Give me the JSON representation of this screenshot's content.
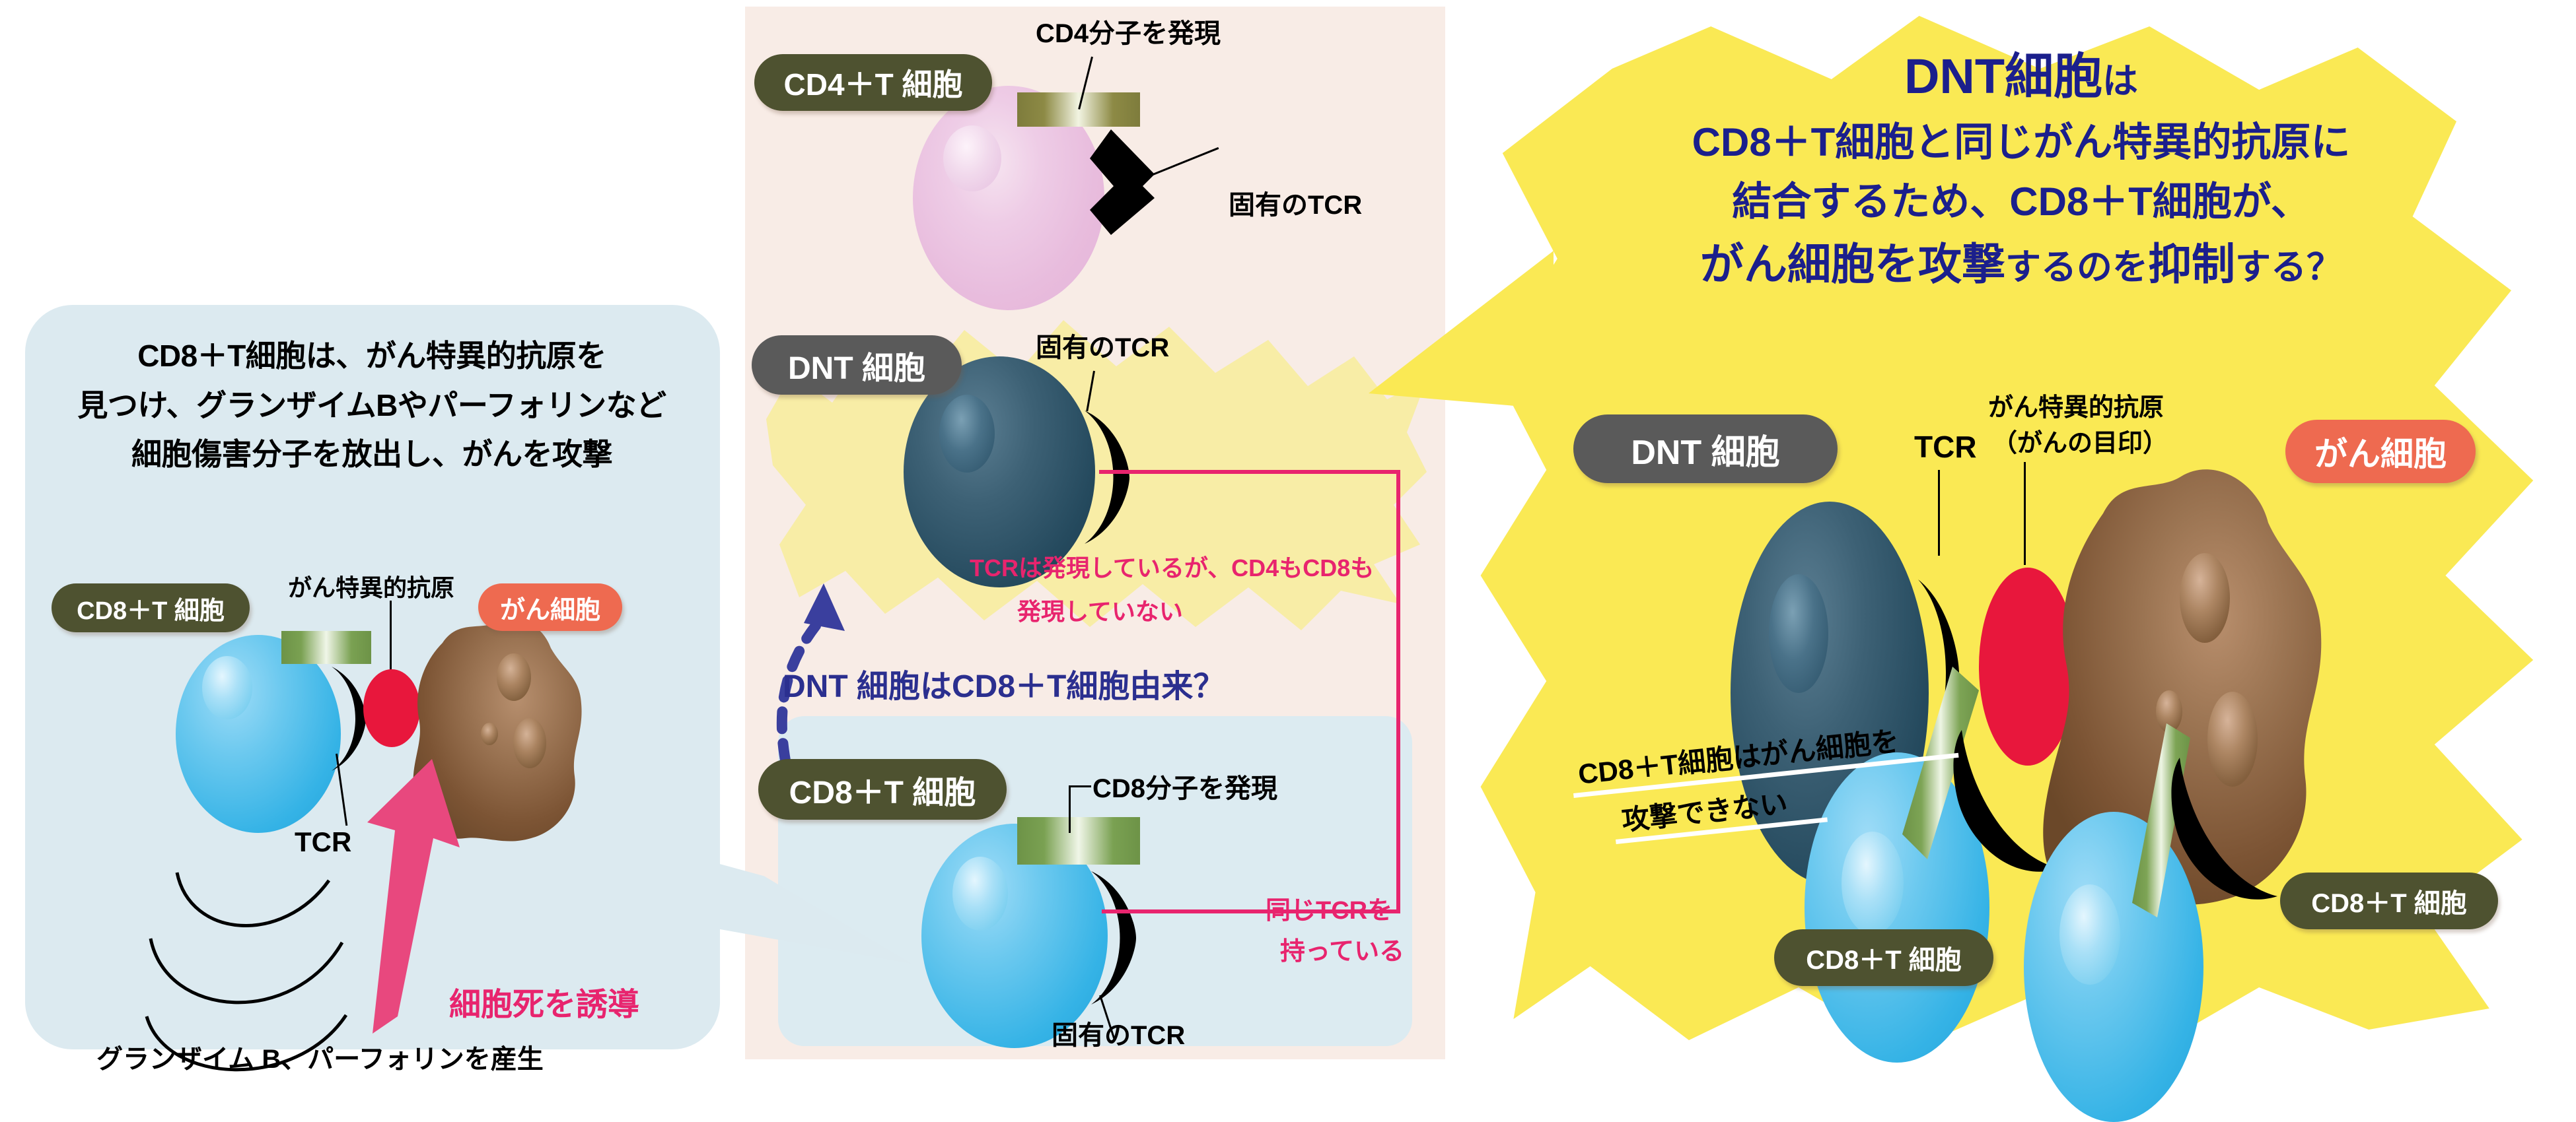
{
  "figure": {
    "domain": "biomedical-diagram",
    "colors": {
      "left_panel_bg": "#dceaf0",
      "mid_panel_bg": "#f8ece6",
      "mid_lower_box_bg": "#dcebf1",
      "starburst": "#f8eda6",
      "right_panel_bg": "#fae954",
      "badge_olive": "#4e5230",
      "badge_gray": "#5a5a5a",
      "badge_red": "#ee6a50",
      "magenta_text": "#e8246e",
      "navy_text": "#1b1f8c",
      "antigen_red": "#e8173c"
    }
  },
  "left_panel": {
    "description_lines": [
      "CD8＋T細胞は、がん特異的抗原を",
      "見つけ、グランザイムBやパーフォリンなど",
      "細胞傷害分子を放出し、がんを攻撃"
    ],
    "badges": {
      "cd8t": "CD8＋T 細胞",
      "cancer": "がん細胞"
    },
    "labels": {
      "antigen": "がん特異的抗原",
      "tcr": "TCR",
      "induce_death": "細胞死を誘導",
      "produce": "グランザイム B、パーフォリンを産生"
    }
  },
  "middle_panel": {
    "cd4_section": {
      "badge": "CD4＋T 細胞",
      "molecule_label": "CD4分子を発現",
      "tcr_label": "固有のTCR"
    },
    "dnt_section": {
      "badge": "DNT 細胞",
      "tcr_label": "固有のTCR",
      "callout_lines": [
        "TCRは発現しているが、CD4もCD8も",
        "発現していない"
      ]
    },
    "question": "DNT 細胞はCD8＋T細胞由来？",
    "cd8_section": {
      "badge": "CD8＋T 細胞",
      "molecule_label": "CD8分子を発現",
      "tcr_label": "固有のTCR",
      "same_tcr_lines": [
        "同じTCRを",
        "持っている"
      ]
    }
  },
  "right_panel": {
    "title_lines": [
      {
        "main": "DNT細胞",
        "suffix": "は"
      },
      {
        "main": "CD8＋T細胞と同じがん特異的抗原に"
      },
      {
        "main": "結合するため、CD8＋T細胞が、"
      },
      {
        "main": "がん細胞を攻撃",
        "mid": "するのを",
        "main2": "抑制",
        "suffix": "する？"
      }
    ],
    "badges": {
      "dnt": "DNT 細胞",
      "cancer": "がん細胞",
      "cd8t_left": "CD8＋T 細胞",
      "cd8t_right": "CD8＋T 細胞"
    },
    "labels": {
      "tcr": "TCR",
      "antigen_line1": "がん特異的抗原",
      "antigen_line2": "（がんの目印）",
      "cannot_attack_line1": "CD8＋T細胞はがん細胞を",
      "cannot_attack_line2": "攻撃できない"
    }
  }
}
